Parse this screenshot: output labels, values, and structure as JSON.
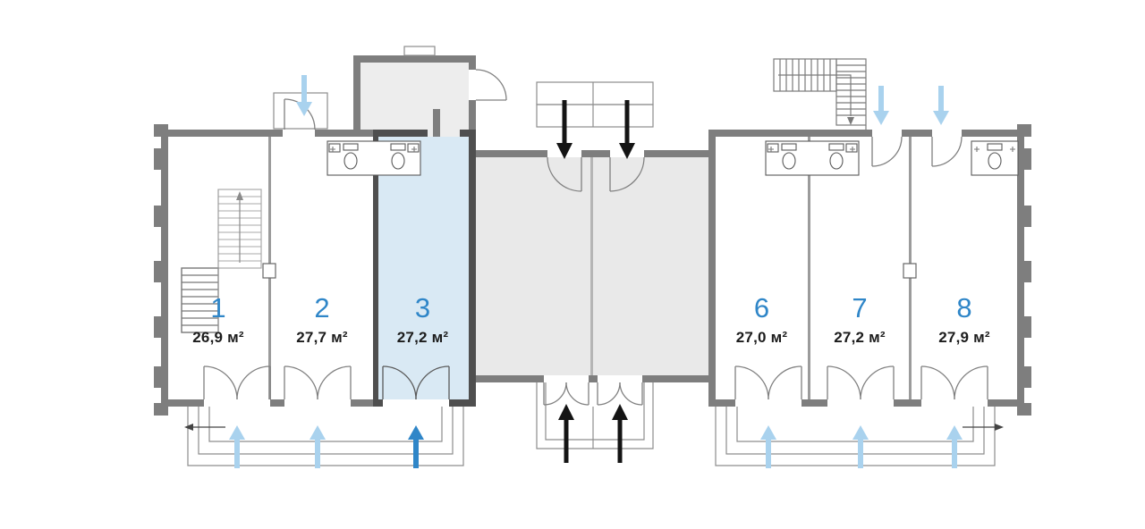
{
  "plan": {
    "type": "floor-plan",
    "units": [
      {
        "number": "1",
        "area": "26,9 м²",
        "highlighted": false
      },
      {
        "number": "2",
        "area": "27,7 м²",
        "highlighted": false
      },
      {
        "number": "3",
        "area": "27,2 м²",
        "highlighted": true
      },
      {
        "number": "6",
        "area": "27,0 м²",
        "highlighted": false
      },
      {
        "number": "7",
        "area": "27,2 м²",
        "highlighted": false
      },
      {
        "number": "8",
        "area": "27,9 м²",
        "highlighted": false
      }
    ]
  },
  "colors": {
    "unit_number": "#2f86c8",
    "area_text": "#1c1c1c",
    "highlight_fill": "#d9e9f4",
    "wall": "#7e7e7e",
    "wall_dark": "#4f4f4f",
    "common_area_fill": "#e9e9e9",
    "vestibule_fill": "#ededed",
    "arrow_light": "#a9d2ee",
    "arrow_accent": "#2f86c8",
    "arrow_black": "#141414"
  }
}
